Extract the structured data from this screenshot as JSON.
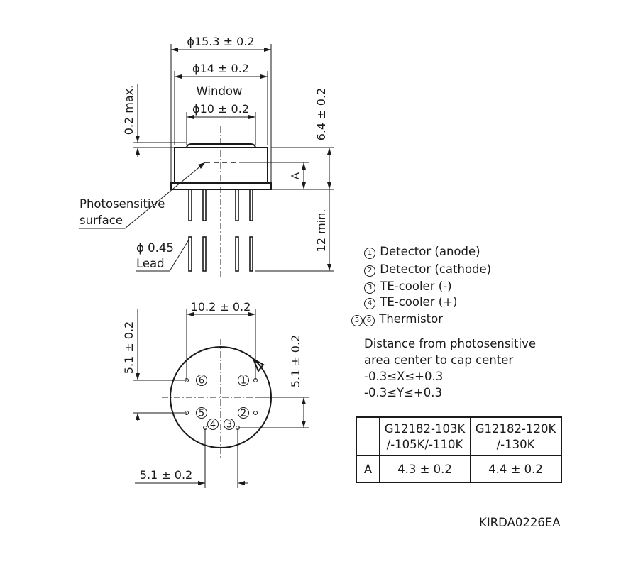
{
  "side_view": {
    "dim_outer_diameter": "ϕ15.3 ± 0.2",
    "dim_cap_diameter": "ϕ14 ± 0.2",
    "window_label": "Window",
    "dim_window_diameter": "ϕ10 ± 0.2",
    "dim_window_protrusion": "0.2 max.",
    "dim_height": "6.4 ± 0.2",
    "dim_a": "A",
    "dim_lead_length": "12 min.",
    "photosensitive_label_line1": "Photosensitive",
    "photosensitive_label_line2": "surface",
    "lead_diameter": "ϕ 0.45",
    "lead_label": "Lead"
  },
  "bottom_view": {
    "dim_pin_spacing_x": "10.2 ± 0.2",
    "dim_left_vertical": "5.1 ± 0.2",
    "dim_right_vertical": "5.1 ± 0.2",
    "dim_bottom_horizontal": "5.1 ± 0.2",
    "pins": [
      "1",
      "2",
      "3",
      "4",
      "5",
      "6"
    ]
  },
  "pin_legend": [
    {
      "numbers": [
        "1"
      ],
      "label": "Detector (anode)"
    },
    {
      "numbers": [
        "2"
      ],
      "label": "Detector (cathode)"
    },
    {
      "numbers": [
        "3"
      ],
      "label": "TE-cooler (-)"
    },
    {
      "numbers": [
        "4"
      ],
      "label": "TE-cooler (+)"
    },
    {
      "numbers": [
        "5",
        "6"
      ],
      "label": "Thermistor"
    }
  ],
  "note": {
    "line1": "Distance from photosensitive",
    "line2": "area center to cap center",
    "line3": "-0.3≤X≤+0.3",
    "line4": "-0.3≤Y≤+0.3"
  },
  "table": {
    "header": [
      "",
      "G12182-103K\n/-105K/-110K",
      "G12182-120K\n/-130K"
    ],
    "rows": [
      {
        "label": "A",
        "values": [
          "4.3 ± 0.2",
          "4.4 ± 0.2"
        ]
      }
    ]
  },
  "document_code": "KIRDA0226EA"
}
